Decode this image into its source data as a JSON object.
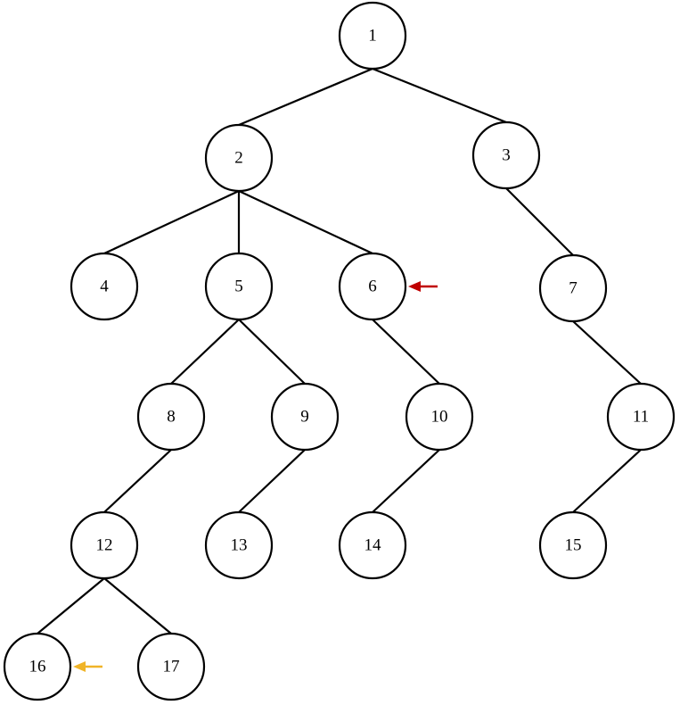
{
  "diagram": {
    "type": "tree",
    "nodes": [
      {
        "id": "1",
        "label": "1"
      },
      {
        "id": "2",
        "label": "2"
      },
      {
        "id": "3",
        "label": "3"
      },
      {
        "id": "4",
        "label": "4"
      },
      {
        "id": "5",
        "label": "5"
      },
      {
        "id": "6",
        "label": "6"
      },
      {
        "id": "7",
        "label": "7"
      },
      {
        "id": "8",
        "label": "8"
      },
      {
        "id": "9",
        "label": "9"
      },
      {
        "id": "10",
        "label": "10"
      },
      {
        "id": "11",
        "label": "11"
      },
      {
        "id": "12",
        "label": "12"
      },
      {
        "id": "13",
        "label": "13"
      },
      {
        "id": "14",
        "label": "14"
      },
      {
        "id": "15",
        "label": "15"
      },
      {
        "id": "16",
        "label": "16"
      },
      {
        "id": "17",
        "label": "17"
      }
    ],
    "edges": [
      [
        "1",
        "2"
      ],
      [
        "1",
        "3"
      ],
      [
        "2",
        "4"
      ],
      [
        "2",
        "5"
      ],
      [
        "2",
        "6"
      ],
      [
        "3",
        "7"
      ],
      [
        "5",
        "8"
      ],
      [
        "5",
        "9"
      ],
      [
        "6",
        "10"
      ],
      [
        "7",
        "11"
      ],
      [
        "8",
        "12"
      ],
      [
        "9",
        "13"
      ],
      [
        "10",
        "14"
      ],
      [
        "11",
        "15"
      ],
      [
        "12",
        "16"
      ],
      [
        "12",
        "17"
      ]
    ],
    "markers": [
      {
        "node": "6",
        "icon": "left-arrow-icon",
        "color": "#c00000"
      },
      {
        "node": "16",
        "icon": "left-arrow-icon",
        "color": "#f0b428"
      }
    ]
  }
}
